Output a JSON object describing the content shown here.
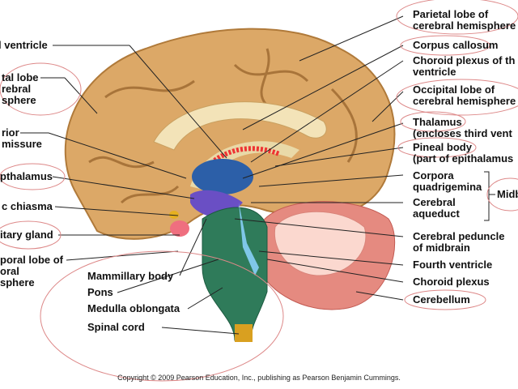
{
  "title": "Midsagittal section of the brain",
  "left_labels": {
    "lateral_ventricle": "l ventricle",
    "frontal_lobe": [
      "tal lobe",
      "rebral",
      "sphere"
    ],
    "anterior_commissure": [
      "rior",
      "missure"
    ],
    "hypothalamus": "pthalamus",
    "optic_chiasma": "c chiasma",
    "pituitary_gland": "itary gland",
    "temporal_lobe": [
      "poral lobe of",
      "oral",
      "sphere"
    ]
  },
  "center_labels": {
    "mammillary_body": "Mammillary body",
    "pons": "Pons",
    "medulla": "Medulla oblongata",
    "spinal_cord": "Spinal cord"
  },
  "right_labels": {
    "parietal_lobe": [
      "Parietal lobe of",
      "cerebral hemisphere"
    ],
    "corpus_callosum": "Corpus callosum",
    "choroid_plexus_ventricle": [
      "Choroid plexus of th",
      "ventricle"
    ],
    "occipital_lobe": [
      "Occipital lobe of",
      "cerebral hemisphere"
    ],
    "thalamus": [
      "Thalamus",
      "(encloses third vent"
    ],
    "pineal_body": [
      "Pineal body",
      "(part of epithalamus"
    ],
    "corpora_quadrigemina": [
      "Corpora",
      "quadrigemina"
    ],
    "cerebral_aqueduct": [
      "Cerebral",
      "aqueduct"
    ],
    "midbrain": "Midb",
    "cerebral_peduncle": [
      "Cerebral peduncle",
      "of midbrain"
    ],
    "fourth_ventricle": "Fourth ventricle",
    "choroid_plexus": "Choroid plexus",
    "cerebellum": "Cerebellum"
  },
  "copyright": "Copyright © 2009 Pearson Education, Inc., publishing as Pearson Benjamin Cummings."
}
